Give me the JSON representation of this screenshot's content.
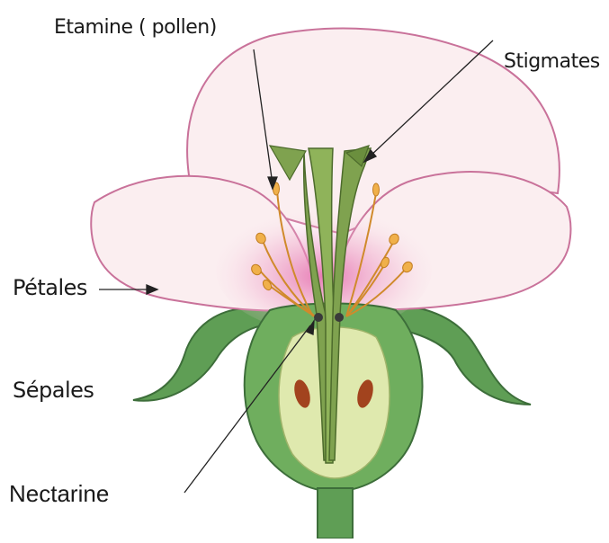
{
  "labels": {
    "etamine": "Etamine ( pollen)",
    "stigmates": "Stigmates",
    "petales": "Pétales",
    "sepales": "Sépales",
    "nectarine": "Nectarine"
  },
  "colors": {
    "petal_fill": "#fbeef0",
    "petal_edge": "#c9729a",
    "petal_inner_pink": "#e27fb8",
    "sepal_green": "#5f9e55",
    "sepal_dark": "#3d6e3a",
    "receptacle_light": "#dfe9ae",
    "pistil_green": "#7fa24f",
    "stamen_orange": "#e0a23a",
    "ovule_brown": "#a2431e",
    "leader_line": "#222222"
  }
}
